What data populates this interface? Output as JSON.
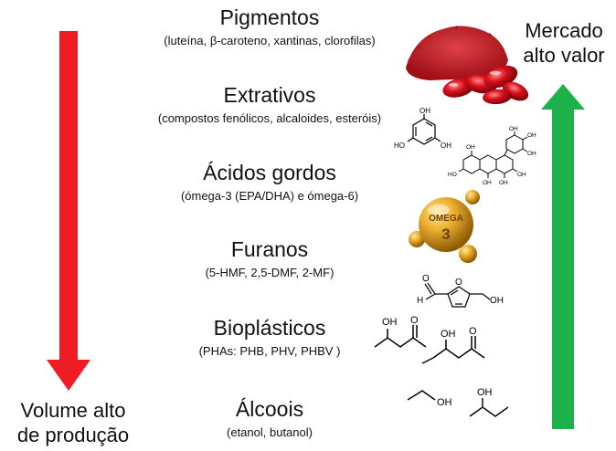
{
  "left_label": {
    "line1": "Volume alto",
    "line2": "de produção"
  },
  "right_label": {
    "line1": "Mercado",
    "line2": "alto valor"
  },
  "tiers": [
    {
      "name": "Pigmentos",
      "detail": "(luteína, β-caroteno, xantinas, clorofilas)"
    },
    {
      "name": "Extrativos",
      "detail": "(compostos fenólicos, alcaloides, esteróis)"
    },
    {
      "name": "Ácidos gordos",
      "detail": "(ómega-3 (EPA/DHA) e ómega-6)"
    },
    {
      "name": "Furanos",
      "detail": "(5-HMF, 2,5-DMF, 2-MF)"
    },
    {
      "name": "Bioplásticos",
      "detail": "(PHAs: PHB, PHV, PHBV )"
    },
    {
      "name": "Álcoois",
      "detail": "(etanol, butanol)"
    }
  ],
  "capsule": {
    "text": "OMEGA",
    "number": "3"
  },
  "atom_labels": {
    "oh": "OH",
    "ho": "HO",
    "h": "H",
    "o": "O"
  },
  "colors": {
    "down_arrow": "#ee1c25",
    "up_arrow": "#1db14b",
    "pigment": "#c4161c",
    "omega": "#e2a11c"
  },
  "icons": [
    "pigment-powder-capsules-icon",
    "phloroglucinol-structure-icon",
    "phlorotannin-structure-icon",
    "omega3-capsule-icon",
    "hmf-structure-icon",
    "phb-structure-icon",
    "ethanol-structure-icon",
    "butanol-structure-icon"
  ]
}
